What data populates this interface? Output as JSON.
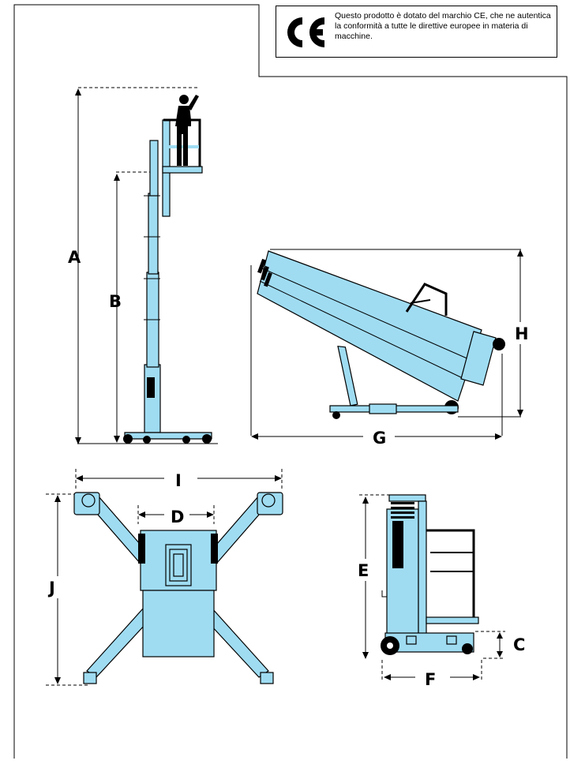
{
  "ce_notice": {
    "mark": "CE",
    "text": "Questo prodotto è dotato del marchio CE, che ne autentica la conformità a tutte le direttive europee in materia di macchine."
  },
  "dimension_labels": {
    "A": "A",
    "B": "B",
    "C": "C",
    "D": "D",
    "E": "E",
    "F": "F",
    "G": "G",
    "H": "H",
    "I": "I",
    "J": "J"
  },
  "colors": {
    "machine": "#9fdcf2",
    "outline": "#000000"
  }
}
